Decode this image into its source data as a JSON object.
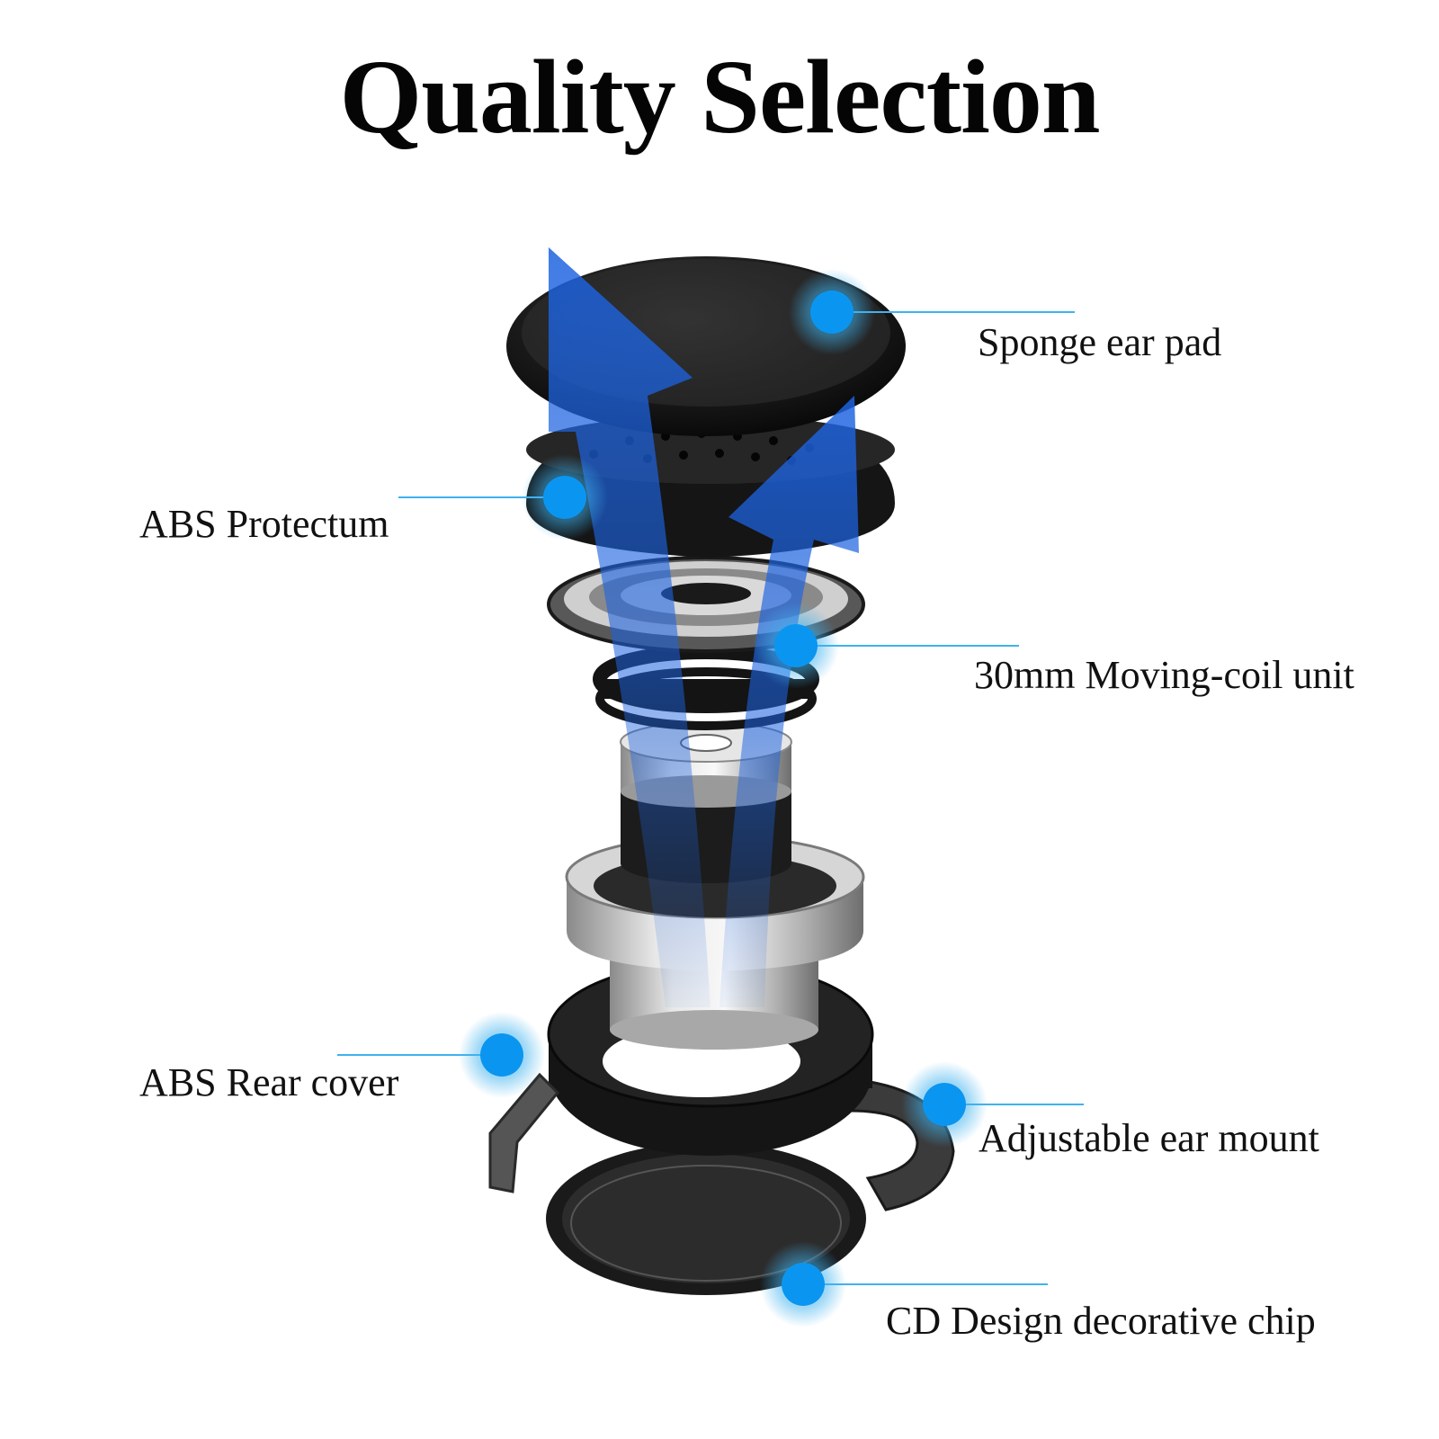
{
  "title": "Quality Selection",
  "accent_color": "#0a96f0",
  "leader_color": "#3fb2ee",
  "arrow_color": "#1d63e0",
  "labels": {
    "sponge_ear_pad": "Sponge ear pad",
    "abs_protectum": "ABS Protectum",
    "moving_coil_unit": "30mm Moving-coil unit",
    "abs_rear_cover": "ABS Rear cover",
    "adjustable_ear_mount": "Adjustable ear mount",
    "cd_design_chip": "CD Design decorative chip"
  }
}
